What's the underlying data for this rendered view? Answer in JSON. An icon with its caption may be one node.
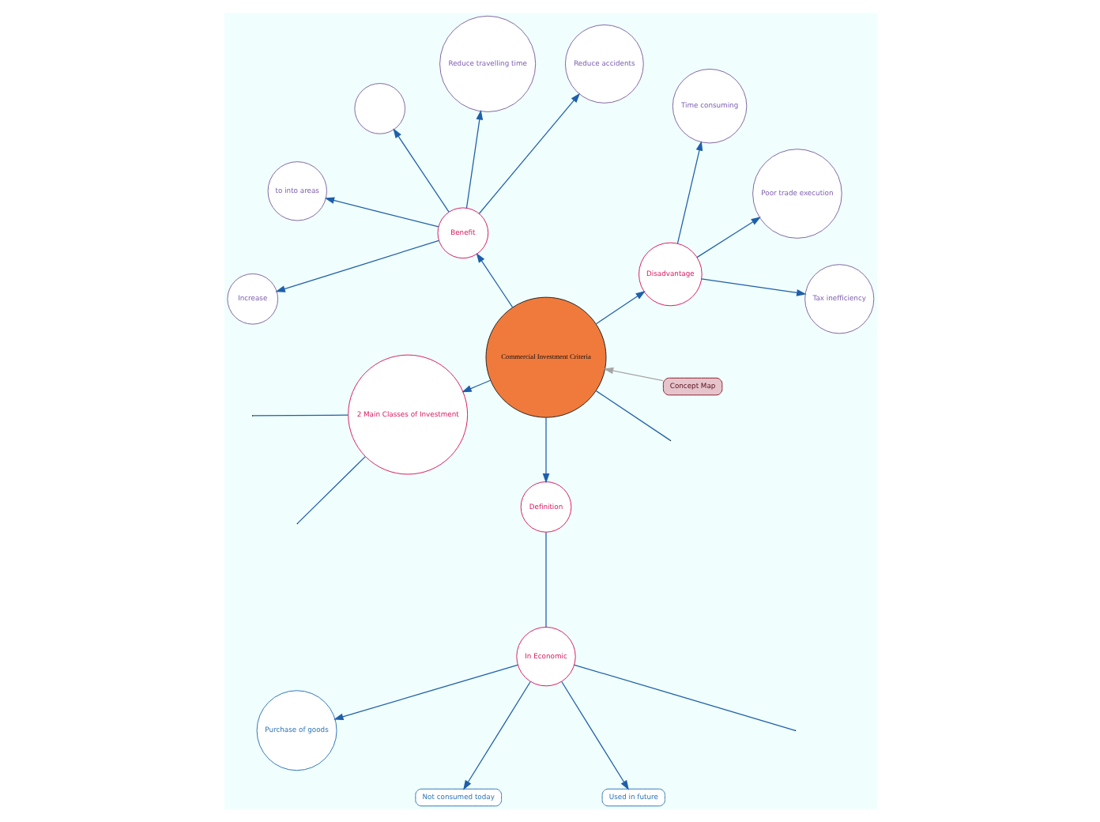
{
  "diagram": {
    "nodes": [
      {
        "text": [
          "Concept Map"
        ]
      },
      {
        "text": [
          "Commercial Investment Criteria"
        ]
      },
      {
        "text": [
          "Disadvantage"
        ]
      },
      {
        "text": [
          "Tax inefficiency"
        ]
      },
      {
        "text": [
          "Poor trade execution"
        ]
      },
      {
        "text": [
          "Time consuming"
        ]
      },
      {
        "text": [
          "Benefit"
        ]
      },
      {
        "text": [
          "Reduce accidents"
        ]
      },
      {
        "text": [
          "Reduce travelling time"
        ]
      },
      {
        "text": [],
        "shape": "circle"
      },
      {
        "text": [
          "to into areas"
        ]
      },
      {
        "text": [
          "Increase"
        ]
      },
      {
        "text": [
          "2 Main Classes of Investment"
        ]
      },
      {
        "text": [
          "Definition"
        ]
      },
      {
        "text": [
          "In Economic"
        ]
      },
      {
        "text": [
          "Purchase of goods"
        ]
      },
      {
        "text": [
          "Not consumed today"
        ]
      },
      {
        "text": [
          "Used in future"
        ]
      }
    ],
    "edges": [
      {
        "from": 0,
        "to": 1,
        "arrow": "to",
        "color": "#a6a6a6"
      },
      {
        "from": 1,
        "to": 2,
        "arrow": "to"
      },
      {
        "from": 2,
        "to": 3,
        "arrow": "to"
      },
      {
        "from": 2,
        "to": 4,
        "arrow": "to"
      },
      {
        "from": 2,
        "to": 5,
        "arrow": "to"
      },
      {
        "from": 1,
        "to": 6,
        "arrow": "to"
      },
      {
        "from": 6,
        "to": 7,
        "arrow": "to"
      },
      {
        "from": 6,
        "to": 8,
        "arrow": "to"
      },
      {
        "from": 6,
        "to": 9,
        "arrow": "to"
      },
      {
        "from": 6,
        "to": 10,
        "arrow": "to"
      },
      {
        "from": 6,
        "to": 11,
        "arrow": "to"
      },
      {
        "from": 1,
        "to": 12,
        "arrow": "to"
      },
      {
        "from": 12,
        "to": null,
        "arrow": "none"
      },
      {
        "from": 12,
        "to": null,
        "arrow": "none"
      },
      {
        "from": 1,
        "to": 13,
        "arrow": "to"
      },
      {
        "from": 1,
        "to": null,
        "arrow": "none"
      },
      {
        "from": 13,
        "to": 14,
        "arrow": "none"
      },
      {
        "from": 14,
        "to": 15,
        "arrow": "to"
      },
      {
        "from": 14,
        "to": 16,
        "arrow": "to"
      },
      {
        "from": 14,
        "to": 17,
        "arrow": "to"
      },
      {
        "from": 14,
        "to": null,
        "arrow": "none"
      }
    ]
  }
}
